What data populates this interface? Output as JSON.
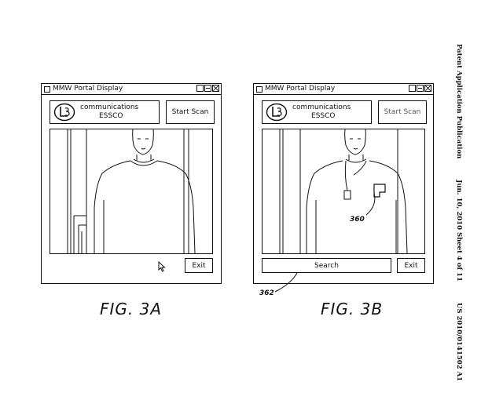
{
  "side_header": {
    "publication_type": "Patent Application Publication",
    "date_sheet": "Jun. 10, 2010  Sheet 4 of 11",
    "patent_number": "US 2010/0141502 A1"
  },
  "windows": [
    {
      "title": "MMW Portal Display",
      "logo_line1": "communications",
      "logo_line2": "ESSCO",
      "logo_mark": "L3",
      "start_scan_label": "Start Scan",
      "exit_label": "Exit",
      "figure_label": "FIG. 3A"
    },
    {
      "title": "MMW Portal Display",
      "logo_line1": "communications",
      "logo_line2": "ESSCO",
      "logo_mark": "L3",
      "start_scan_label": "Start Scan",
      "search_label": "Search",
      "exit_label": "Exit",
      "figure_label": "FIG. 3B"
    }
  ],
  "reference_numerals": {
    "object": "360",
    "search_button": "362"
  }
}
